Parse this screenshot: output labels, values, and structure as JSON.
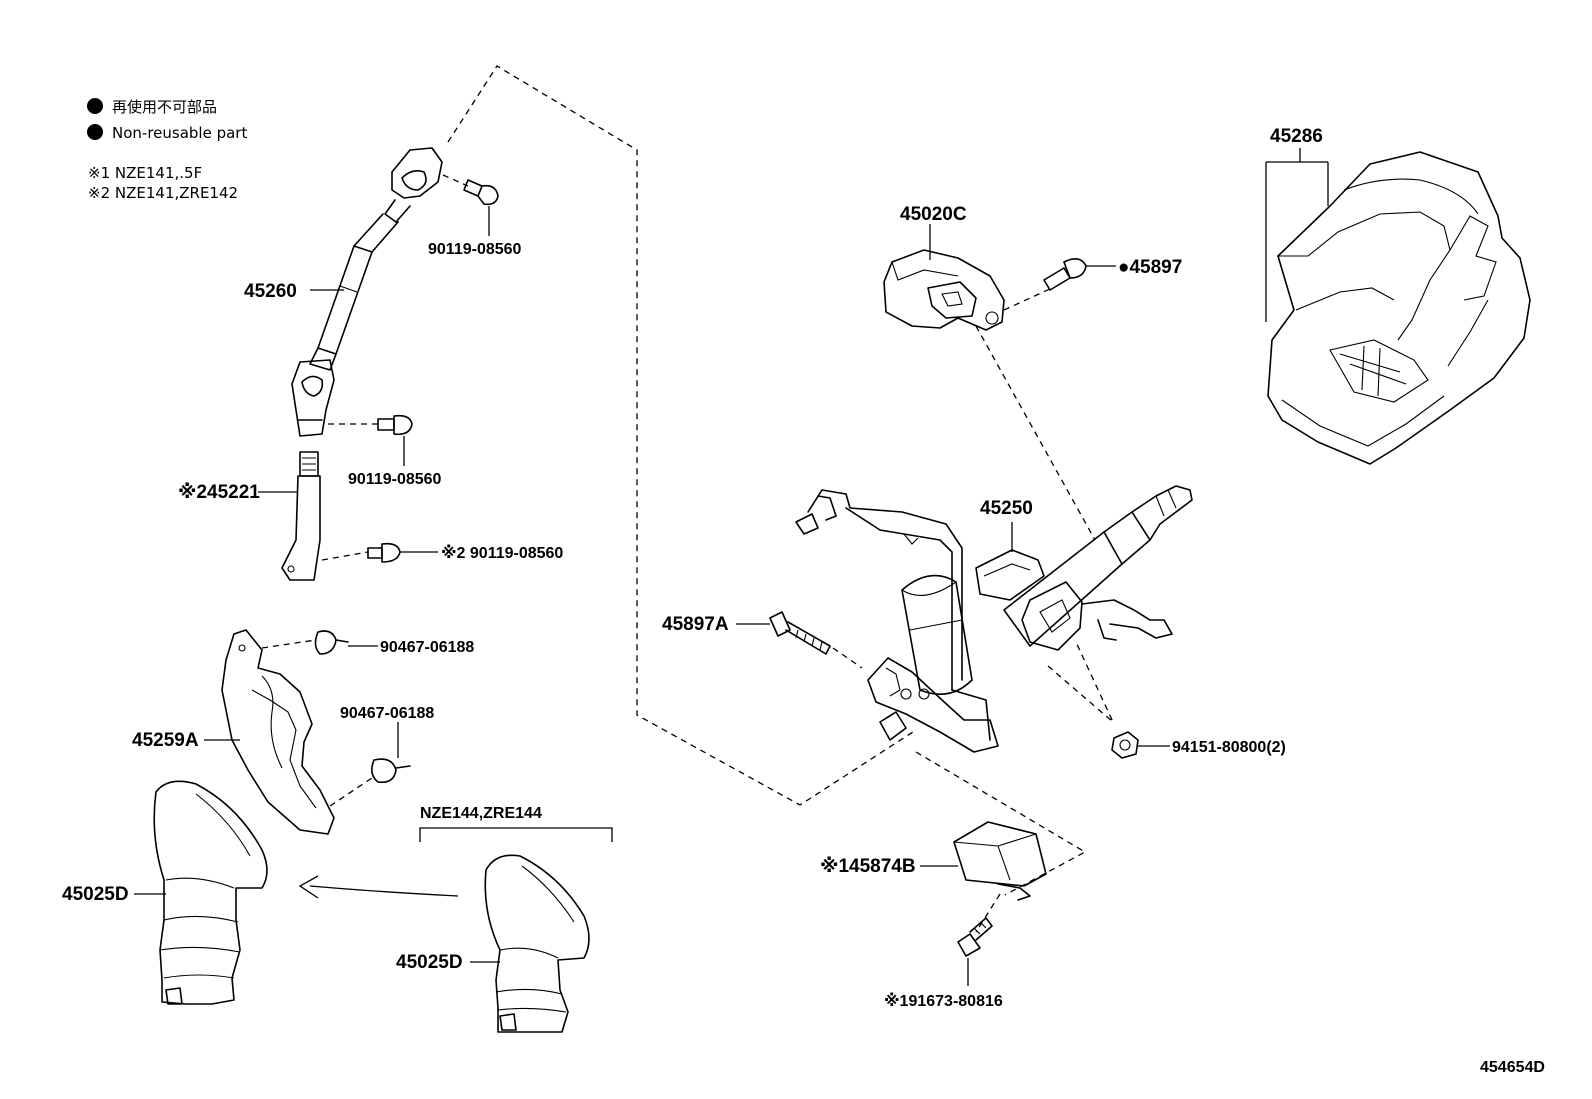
{
  "legend": {
    "bullet_label_ja": "再使用不可部品",
    "bullet_label_en": "Non-reusable part",
    "note1": "※1 NZE141,.5F",
    "note2": "※2 NZE141,ZRE142"
  },
  "variant_bracket_label": "NZE144,ZRE144",
  "diagram_id": "454654D",
  "parts": {
    "p45260": "45260",
    "p90119_a": "90119-08560",
    "p90119_b": "90119-08560",
    "p45221": "※245221",
    "p90119_c": "※2 90119-08560",
    "p90467_a": "90467-06188",
    "p90467_b": "90467-06188",
    "p45259A": "45259A",
    "p45025D_a": "45025D",
    "p45025D_b": "45025D",
    "p45020C": "45020C",
    "p45897": "●45897",
    "p45286": "45286",
    "p45250": "45250",
    "p45897A": "45897A",
    "p94151": "94151-80800(2)",
    "p45874B": "※145874B",
    "p91673": "※191673-80816"
  }
}
